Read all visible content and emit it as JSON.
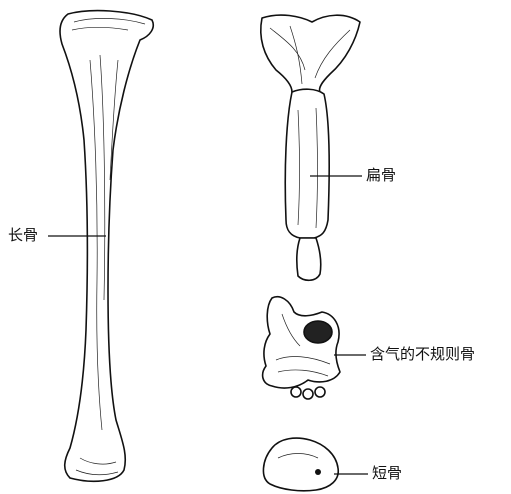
{
  "labels": {
    "long_bone": "长骨",
    "flat_bone": "扁骨",
    "pneumatic_irregular_bone": "含气的不规则骨",
    "short_bone": "短骨"
  },
  "colors": {
    "ink": "#111111",
    "paper": "#ffffff"
  }
}
